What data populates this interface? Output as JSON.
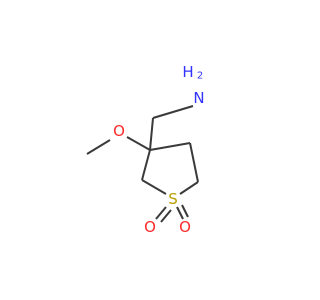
{
  "molecule": {
    "atoms": {
      "amine_h2": {
        "text": "H",
        "color": "#3333ff"
      },
      "amine_n": {
        "text": "N",
        "color": "#3333ff"
      },
      "methoxy_o": {
        "text": "O",
        "color": "#ff2a2a"
      },
      "sulfur": {
        "text": "S",
        "color": "#b8a000"
      },
      "sulfonyl_o_left": {
        "text": "O",
        "color": "#ff2a2a"
      },
      "sulfonyl_o_right": {
        "text": "O",
        "color": "#ff2a2a"
      }
    },
    "bond_color": "#3a3a3a"
  }
}
